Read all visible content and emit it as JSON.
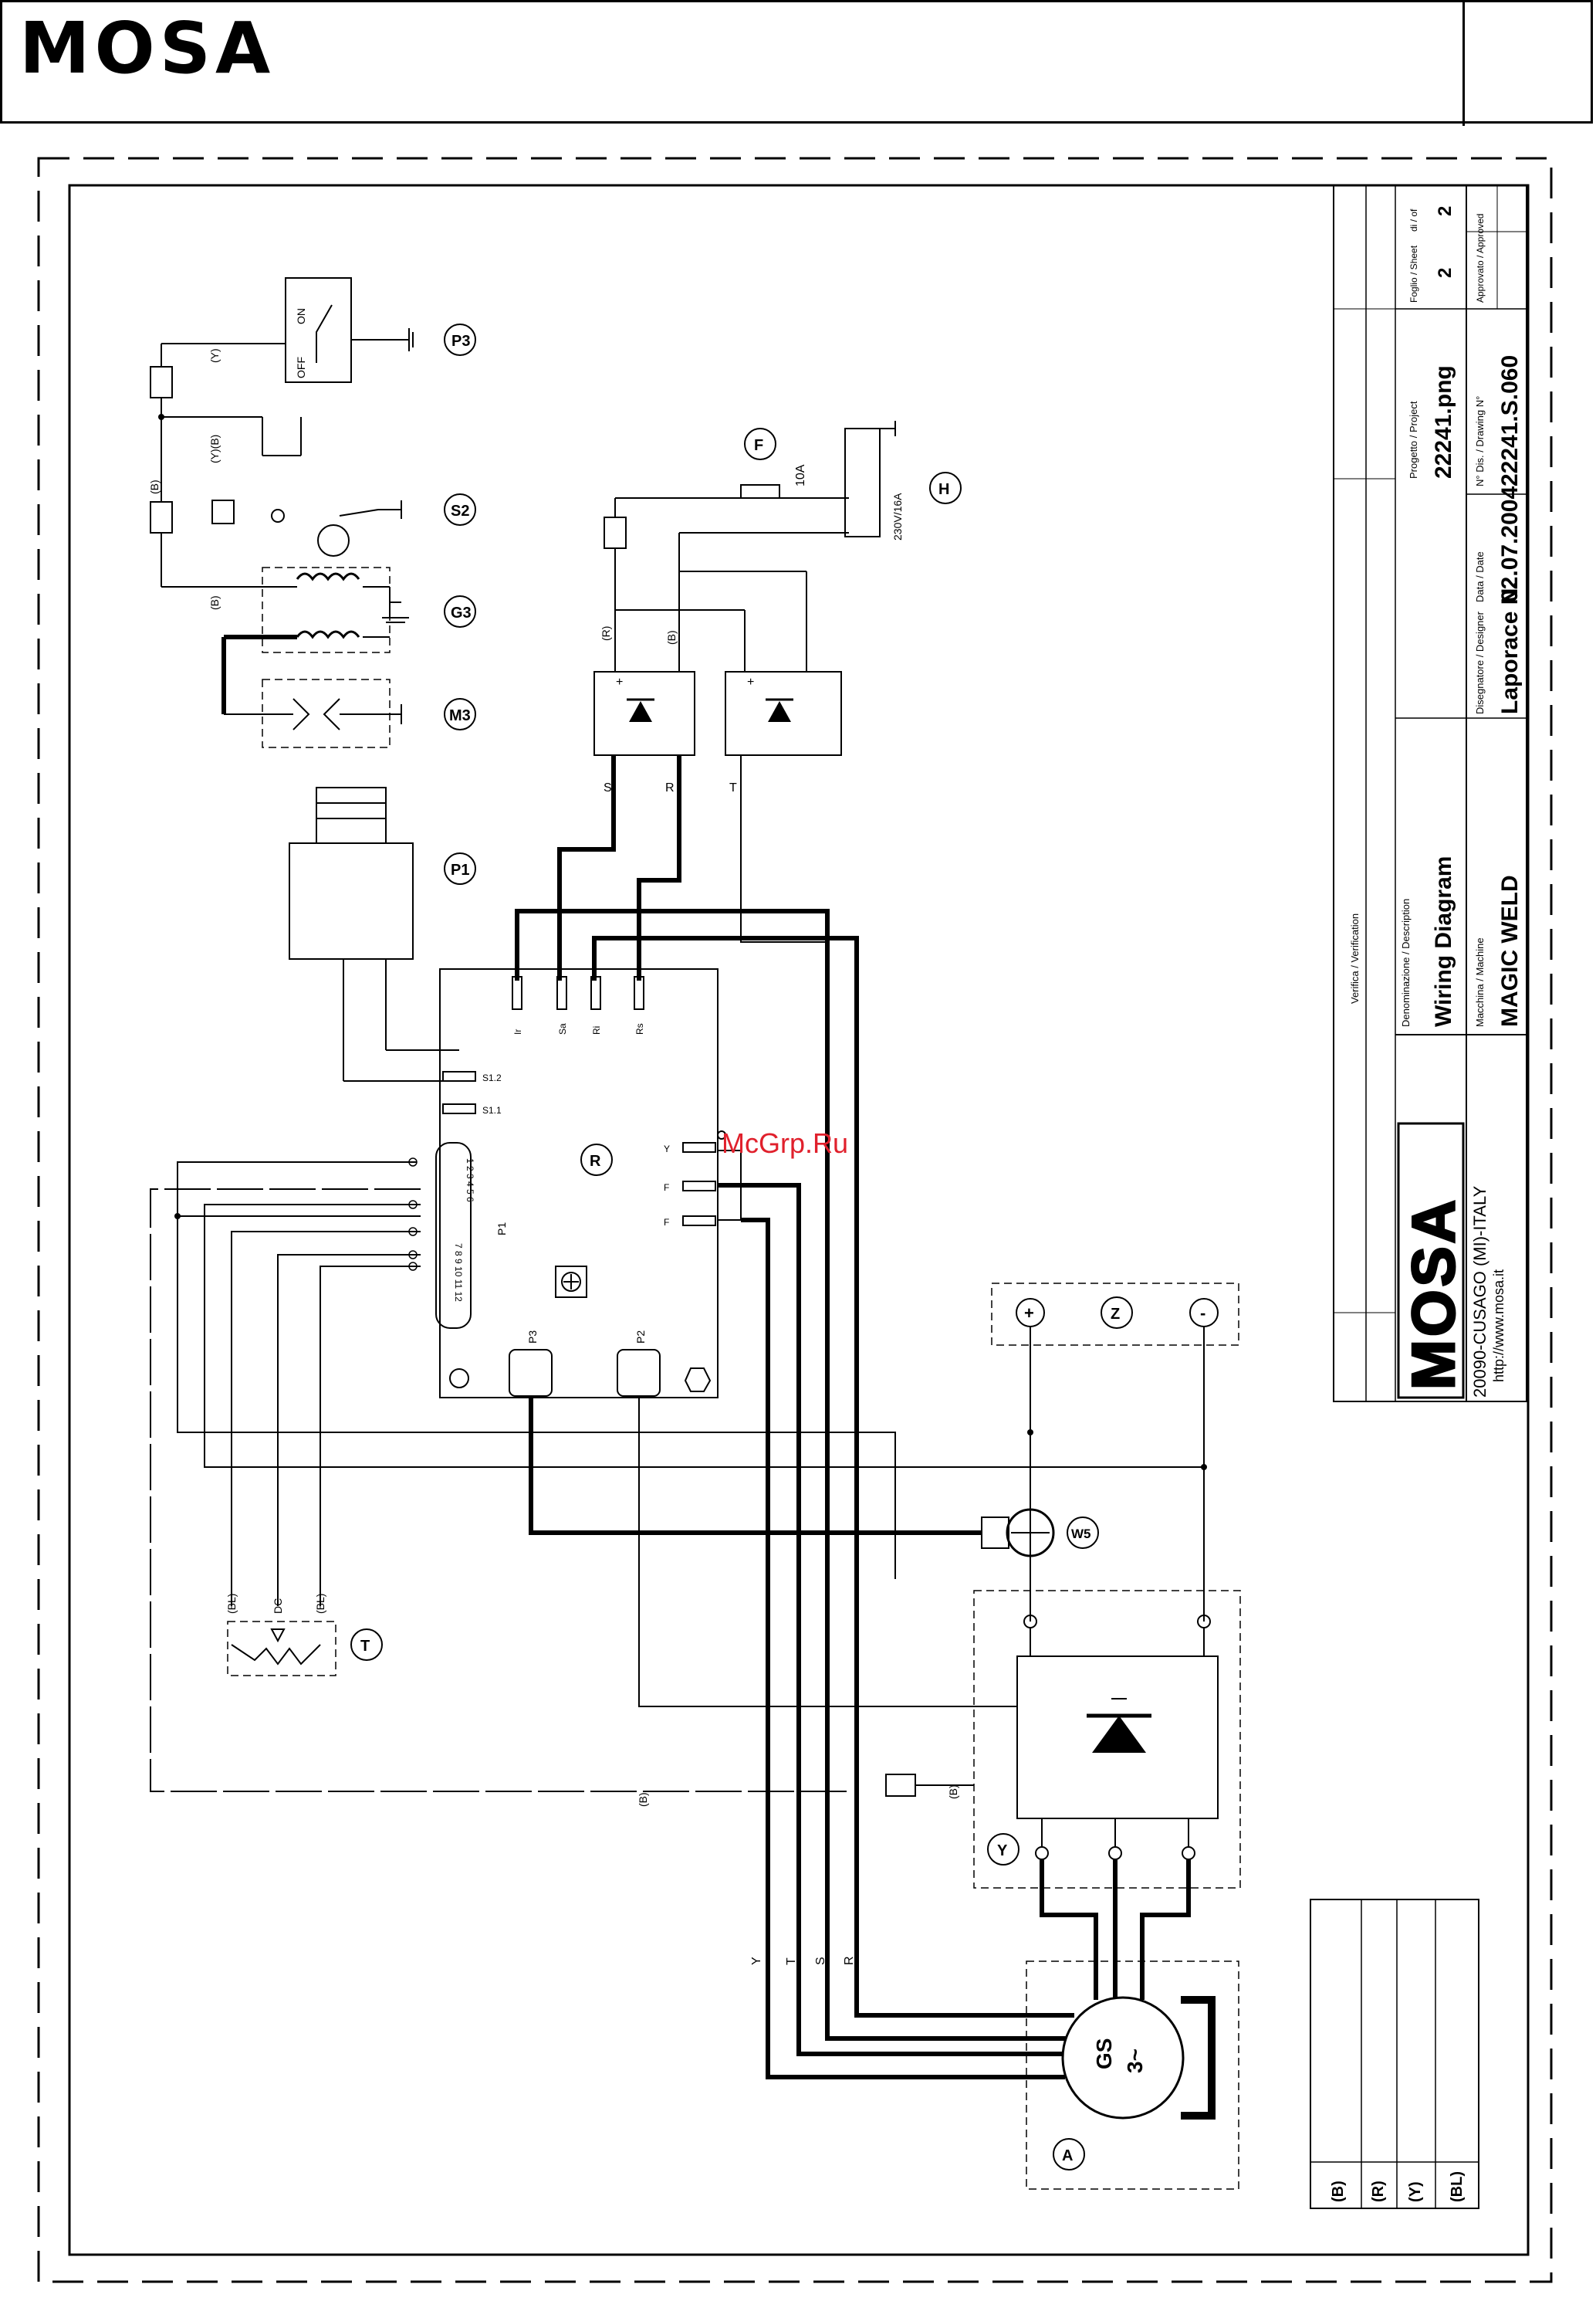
{
  "header": {
    "brand": "MOSA"
  },
  "watermark": "McGrp.Ru",
  "components": {
    "P3": "P3",
    "S2": "S2",
    "G3": "G3",
    "M3": "M3",
    "P1": "P1",
    "F": "F",
    "H": "H",
    "R": "R",
    "Z": "Z",
    "W5": "W5",
    "T": "T",
    "Y": "Y",
    "A": "A"
  },
  "switch": {
    "off": "OFF",
    "on": "ON"
  },
  "fuse_rating": "10A",
  "socket_rating": "230V/16A",
  "generator": {
    "line1": "GS",
    "line2": "3~"
  },
  "regulator": {
    "terminals_top": [
      "Ir",
      "Sa",
      "Ri",
      "Rs"
    ],
    "terminals_left": [
      "S1.2",
      "S1.1"
    ],
    "terminals_right": [
      "Y",
      "F",
      "F"
    ],
    "connector": "P1",
    "connector_pins_row1": "1 2 3 4 5 6",
    "connector_pins_row2": "7 8 9 10 11 12",
    "plug_left": "P3",
    "plug_right": "P2"
  },
  "wire_labels": {
    "s": "S",
    "r": "R",
    "t": "T",
    "y": "Y",
    "b": "(B)",
    "r_paren": "(R)",
    "y_paren": "(Y)",
    "yb": "(Y)(B)",
    "bl": "(BL)",
    "bl_short": "(BL)",
    "bu": "(BL)",
    "dc": "DC",
    "plus": "+",
    "minus": "-"
  },
  "title_block": {
    "company_addr1": "20090-CUSAGO (MI)-ITALY",
    "company_addr2": "http://www.mosa.it",
    "description_label": "Denominazione / Description",
    "description": "Wiring Diagram",
    "machine_label": "Macchina / Machine",
    "machine": "MAGIC WELD",
    "designer_label": "Disegnatore / Designer",
    "designer": "Laporace N.",
    "date_label": "Data / Date",
    "date": "02.07.2004",
    "drawing_label": "N° Dis. / Drawing N°",
    "drawing": "22241.S.060",
    "project_label": "Progetto / Project",
    "project": "22241.png",
    "sheet_label": "Foglio / Sheet",
    "sheet": "2",
    "sheets_label": "di / of",
    "sheets": "2",
    "checked_label": "Verifica / Verification",
    "approved_label": "Approvato / Approved"
  },
  "legend": [
    "(B)",
    "(R)",
    "(Y)",
    "(BL)"
  ]
}
